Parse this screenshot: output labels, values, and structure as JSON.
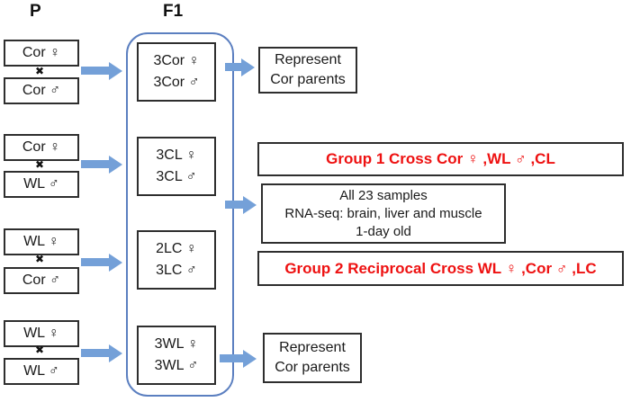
{
  "diagram": {
    "headers": {
      "p": "P",
      "f1": "F1"
    },
    "colors": {
      "background": "#ffffff",
      "text": "#1a1a1a",
      "box_border": "#2e2e2e",
      "container_border": "#5b7fc0",
      "arrow_fill": "#74a0d8",
      "group_text": "#ee1111"
    },
    "p_rows": [
      {
        "top": "Cor ♀",
        "cross": "✖",
        "bottom": "Cor ♂"
      },
      {
        "top": "Cor ♀",
        "cross": "✖",
        "bottom": "WL ♂"
      },
      {
        "top": "WL ♀",
        "cross": "✖",
        "bottom": "Cor ♂"
      },
      {
        "top": "WL ♀",
        "cross": "✖",
        "bottom": "WL ♂"
      }
    ],
    "f1_boxes": [
      {
        "line1": "3Cor ♀",
        "line2": "3Cor ♂"
      },
      {
        "line1": "3CL ♀",
        "line2": "3CL ♂"
      },
      {
        "line1": "2LC ♀",
        "line2": "3LC ♂"
      },
      {
        "line1": "3WL ♀",
        "line2": "3WL ♂"
      }
    ],
    "results": {
      "represent_top": {
        "line1": "Represent",
        "line2": "Cor parents"
      },
      "group1_label": "Group 1 Cross Cor ♀ ,WL ♂ ,CL",
      "samples": {
        "line1": "All 23 samples",
        "line2": "RNA-seq: brain, liver and muscle",
        "line3": "1-day old"
      },
      "group2_label": "Group 2 Reciprocal Cross WL ♀ ,Cor ♂ ,LC",
      "represent_bottom": {
        "line1": "Represent",
        "line2": "Cor parents"
      }
    }
  }
}
